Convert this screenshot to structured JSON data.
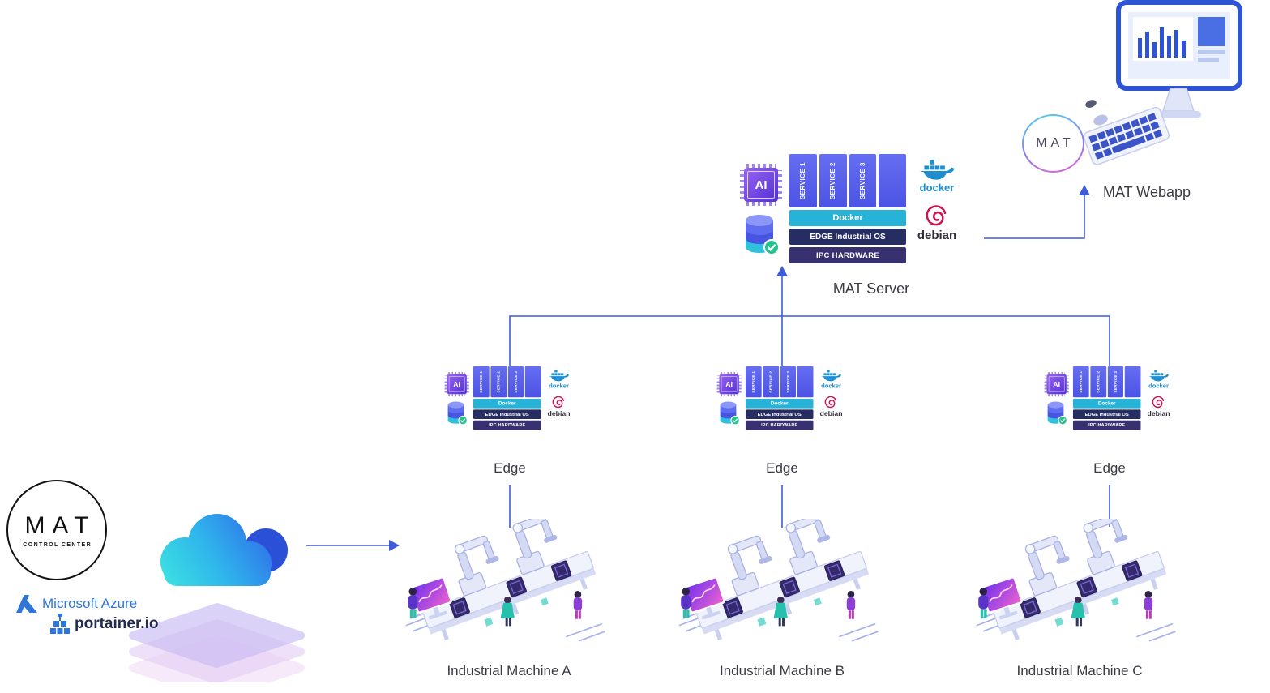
{
  "stack": {
    "ai_label": "AI",
    "services": [
      "SERVICE 1",
      "SERVICE 2",
      "SERVICE 3"
    ],
    "docker_layer": "Docker",
    "os_layer": "EDGE Industrial OS",
    "hw_layer": "IPC HARDWARE",
    "docker_text": "docker",
    "debian_text": "debian"
  },
  "server": {
    "label": "MAT Server"
  },
  "webapp": {
    "label": "MAT Webapp",
    "logo": "MAT"
  },
  "edges": [
    {
      "label": "Edge"
    },
    {
      "label": "Edge"
    },
    {
      "label": "Edge"
    }
  ],
  "machines": [
    {
      "label": "Industrial Machine A"
    },
    {
      "label": "Industrial Machine B"
    },
    {
      "label": "Industrial Machine C"
    }
  ],
  "control_center": {
    "logo_title": "MAT",
    "logo_subtitle": "CONTROL CENTER",
    "azure": "Microsoft Azure",
    "portainer": "portainer.io"
  },
  "colors": {
    "connector_blue": "#3e5bd8",
    "service_bar": "#5560e8",
    "docker_cyan": "#27b2d8",
    "os_navy": "#262d62",
    "hardware_purple": "#38316f",
    "docker_brand": "#1d8fd1",
    "debian_red": "#d0114f",
    "azure_blue": "#2e76d9",
    "portainer_navy": "#222b4e"
  },
  "icons": [
    "ai-chip-icon",
    "database-icon",
    "docker-whale-icon",
    "debian-swirl-icon",
    "cloud-icon",
    "azure-logo-icon",
    "portainer-logo-icon",
    "monitor-icon",
    "keyboard-icon",
    "robot-arm-icon",
    "conveyor-icon"
  ]
}
